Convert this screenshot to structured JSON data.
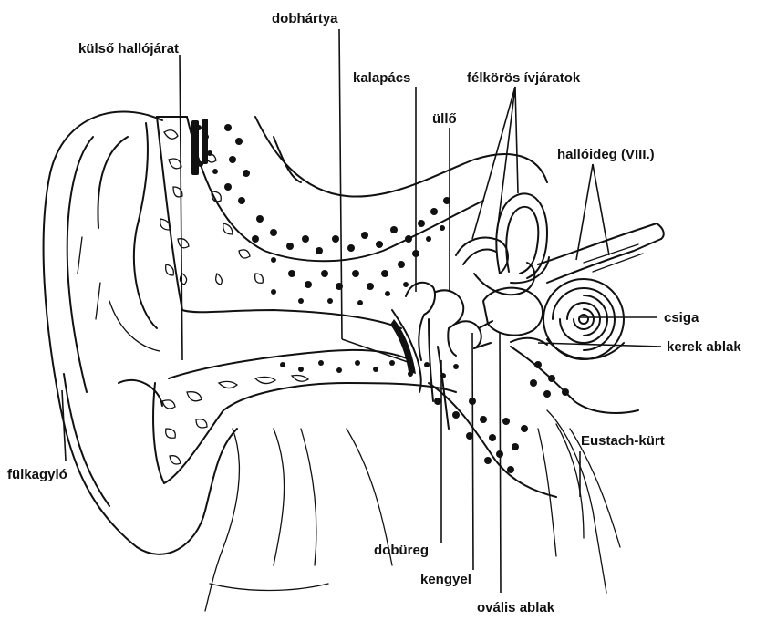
{
  "labels": {
    "dobhartya": "dobhártya",
    "kulso_hallojarat": "külső hallójárat",
    "kalapacs": "kalapács",
    "felkoros_ivjaratok": "félkörös ívjáratok",
    "ullo": "üllő",
    "halloideg": "hallóideg (VIII.)",
    "csiga": "csiga",
    "kerek_ablak": "kerek ablak",
    "eustach_kurt": "Eustach-kürt",
    "fulkagylo": "fülkagyló",
    "dobureg": "dobüreg",
    "kengyel": "kengyel",
    "ovalis_ablak": "ovális ablak"
  },
  "colors": {
    "ink": "#111111",
    "background": "#ffffff"
  }
}
